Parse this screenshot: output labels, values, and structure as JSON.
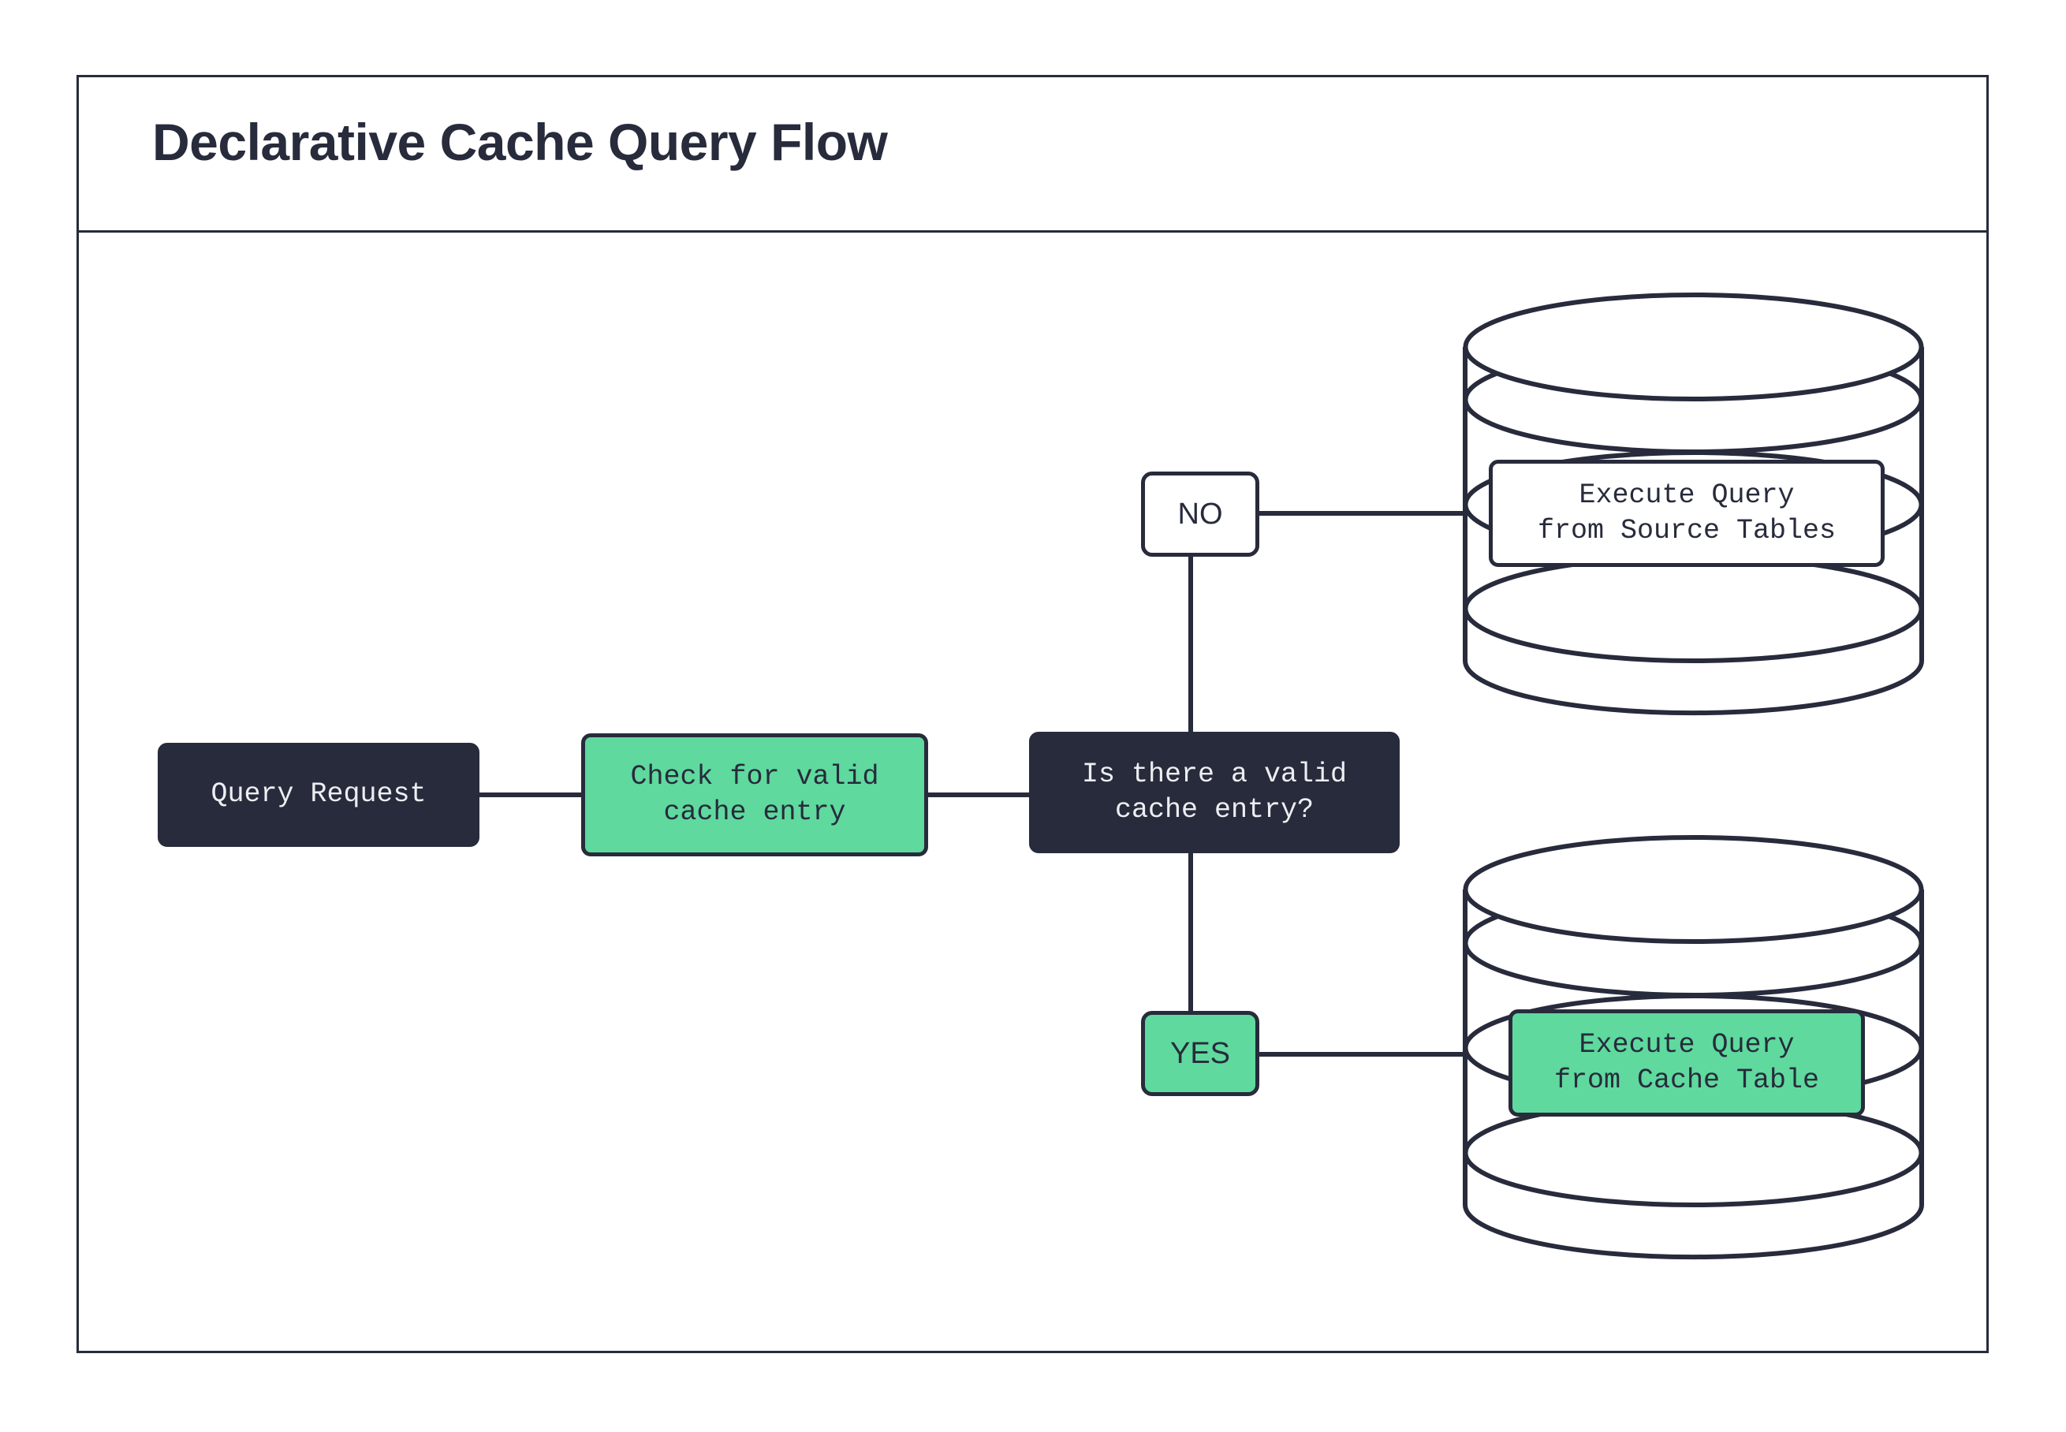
{
  "diagram": {
    "title": "Declarative Cache Query Flow",
    "type": "flowchart",
    "theme": {
      "accent_green": "#5FD99E",
      "dark_navy": "#272B3B",
      "background": "#FFFFFF",
      "text_light": "#ECEEF2"
    },
    "nodes": [
      {
        "id": "query-request",
        "label": "Query Request",
        "shape": "rounded-rect",
        "style": "dark"
      },
      {
        "id": "check-cache",
        "label": "Check for valid\ncache entry",
        "shape": "rounded-rect",
        "style": "green"
      },
      {
        "id": "decision",
        "label": "Is there a valid\ncache entry?",
        "shape": "rounded-rect",
        "style": "dark"
      },
      {
        "id": "exec-source",
        "label": "Execute Query\nfrom Source Tables",
        "shape": "rounded-rect-in-cylinder",
        "style": "white"
      },
      {
        "id": "exec-cache",
        "label": "Execute Query\nfrom Cache Table",
        "shape": "rounded-rect-in-cylinder",
        "style": "green"
      }
    ],
    "branch_labels": [
      {
        "id": "no",
        "label": "NO",
        "style": "white"
      },
      {
        "id": "yes",
        "label": "YES",
        "style": "green"
      }
    ],
    "databases": [
      {
        "id": "source-tables-db",
        "position": "top-right"
      },
      {
        "id": "cache-table-db",
        "position": "bottom-right"
      }
    ],
    "edges": [
      {
        "from": "query-request",
        "to": "check-cache"
      },
      {
        "from": "check-cache",
        "to": "decision"
      },
      {
        "from": "decision",
        "to": "no",
        "label": "NO"
      },
      {
        "from": "no",
        "to": "exec-source"
      },
      {
        "from": "decision",
        "to": "yes",
        "label": "YES"
      },
      {
        "from": "yes",
        "to": "exec-cache"
      }
    ]
  }
}
